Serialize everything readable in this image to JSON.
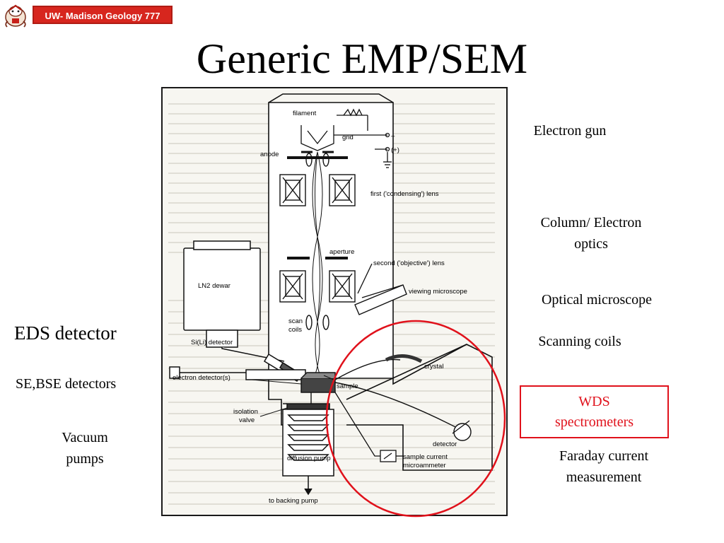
{
  "header": {
    "badge": "UW- Madison Geology  777"
  },
  "slide": {
    "title": "Generic EMP/SEM"
  },
  "figure": {
    "labels": {
      "filament": "filament",
      "grid": "grid",
      "minus": "–",
      "plus": "(+)",
      "anode": "anode",
      "first_lens": "first ('condensing') lens",
      "aperture": "aperture",
      "second_lens": "second ('objective') lens",
      "viewing_microscope": "viewing microscope",
      "ln2_dewar": "LN2 dewar",
      "scan_coils_1": "scan",
      "scan_coils_2": "coils",
      "sili_detector": "Si(Li) detector",
      "crystal": "crystal",
      "electron_detector": "electron detector(s)",
      "sample": "sample",
      "isolation_valve_1": "isolation",
      "isolation_valve_2": "valve",
      "detector": "detector",
      "sample_current_1": "sample current",
      "sample_current_2": "microammeter",
      "diffusion_pump": "diffusion pump",
      "backing_pump": "to backing pump"
    },
    "highlight_color": "#e0111b"
  },
  "annotations": {
    "electron_gun": "Electron gun",
    "column_1": "Column/ Electron",
    "column_2": "optics",
    "optical_microscope": "Optical microscope",
    "scanning_coils": "Scanning coils",
    "wds_1": "WDS",
    "wds_2": "spectrometers",
    "faraday_1": "Faraday current",
    "faraday_2": "measurement",
    "eds": "EDS detector",
    "se_bse": "SE,BSE detectors",
    "vacuum_1": "Vacuum",
    "vacuum_2": "pumps"
  }
}
